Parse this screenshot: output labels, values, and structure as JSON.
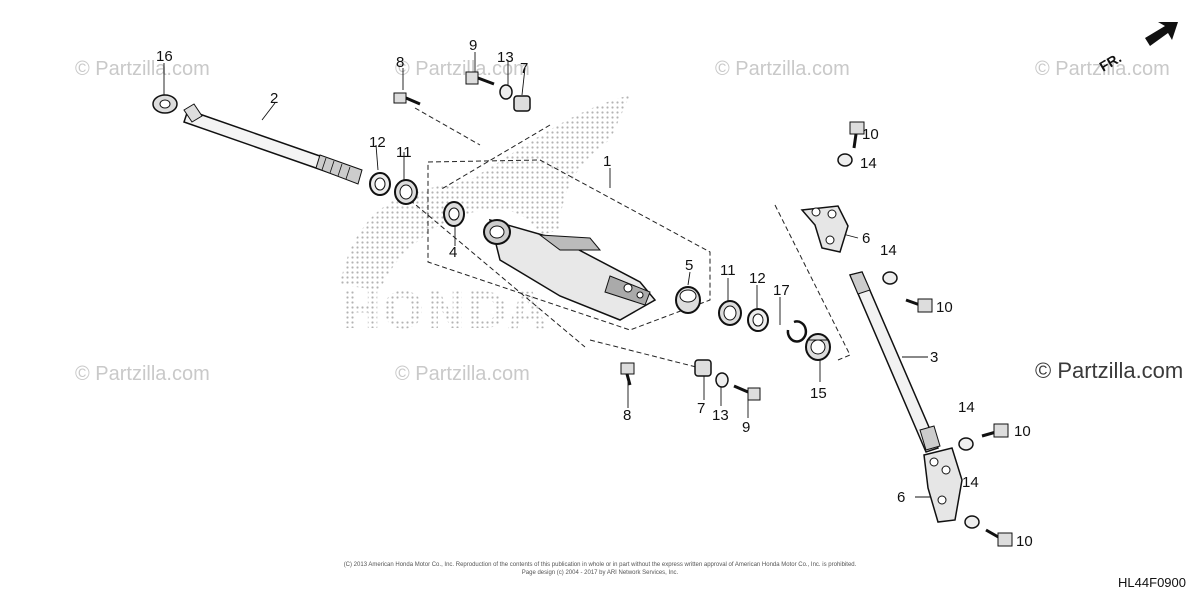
{
  "watermark_text": "© Partzilla.com",
  "corner_watermark": "© Partzilla.com",
  "brand_text": "HONDA",
  "fr_label": "FR.",
  "diagram_code": "HL44F0900",
  "copyright_line1": "(C) 2013 American Honda Motor Co., Inc. Reproduction of the contents of this publication in whole or in part without the express written approval of American Honda Motor Co., Inc. is prohibited.",
  "copyright_line2": "Page design (c) 2004 - 2017 by ARI Network Services, Inc.",
  "callouts": {
    "c1": "1",
    "c2": "2",
    "c3": "3",
    "c4": "4",
    "c5": "5",
    "c6a": "6",
    "c6b": "6",
    "c7a": "7",
    "c7b": "7",
    "c8a": "8",
    "c8b": "8",
    "c9a": "9",
    "c9b": "9",
    "c10a": "10",
    "c10b": "10",
    "c10c": "10",
    "c10d": "10",
    "c11a": "11",
    "c11b": "11",
    "c12a": "12",
    "c12b": "12",
    "c13a": "13",
    "c13b": "13",
    "c14a": "14",
    "c14b": "14",
    "c14c": "14",
    "c14d": "14",
    "c15": "15",
    "c16": "16",
    "c17": "17"
  }
}
